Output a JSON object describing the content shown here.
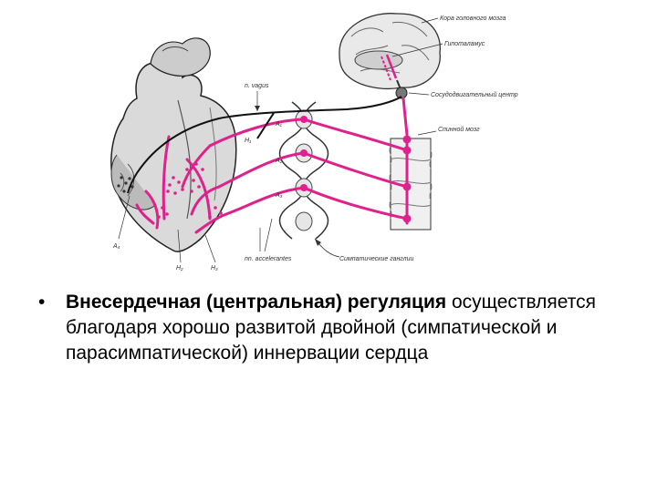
{
  "diagram": {
    "labels": {
      "cortex": "Кора головного мозга",
      "hypothalamus": "Гипоталамус",
      "vasomotor_center": "Сосудодвигательный центр",
      "vagus": "n. vagus",
      "spinal_cord": "Спинной мозг",
      "sympathetic_ganglia": "Симпатические ганглии",
      "accelerantes": "nn. accelerantes",
      "a1": "A₁",
      "h1": "H₁",
      "a2": "A₂",
      "a3": "A₃",
      "a4": "A₄",
      "h2": "H₂",
      "h3": "H₃"
    }
  },
  "caption": {
    "bullet": "•",
    "bold": "Внесердечная (центральная) регуляция",
    "rest": "осуществляется благодаря хорошо развитой двойной (симпатической и парасимпатической) иннервации сердца"
  },
  "colors": {
    "nerve": "#e0208c",
    "line": "#111111"
  }
}
